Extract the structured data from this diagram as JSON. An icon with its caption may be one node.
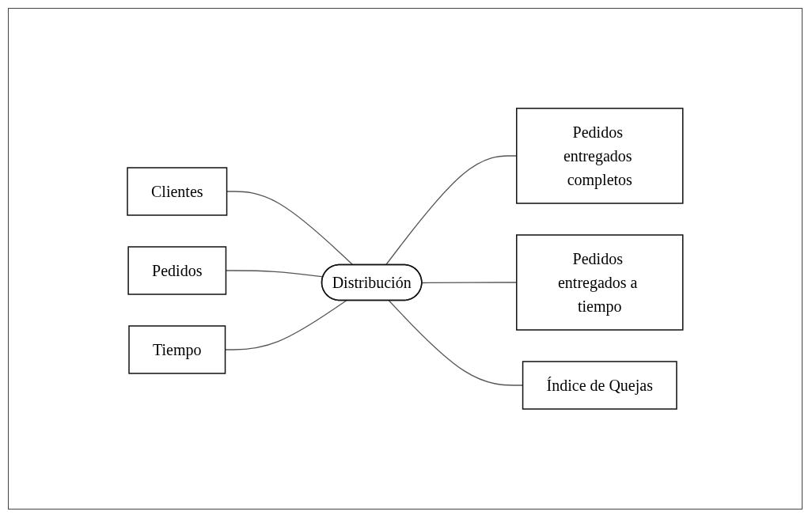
{
  "diagram": {
    "nodes": [
      {
        "text": [
          "Clientes"
        ]
      },
      {
        "text": [
          "Pedidos"
        ]
      },
      {
        "text": [
          "Tiempo"
        ]
      },
      {
        "text": [
          "Distribución"
        ]
      },
      {
        "text": [
          "Pedidos entregados completos"
        ]
      },
      {
        "text": [
          "Pedidos entregados a tiempo"
        ]
      },
      {
        "text": [
          "Índice de Quejas"
        ]
      }
    ],
    "edges": [
      {
        "from": 0,
        "to": 3,
        "arrow": "none"
      },
      {
        "from": 1,
        "to": 3,
        "arrow": "none"
      },
      {
        "from": 2,
        "to": 3,
        "arrow": "none"
      },
      {
        "from": 3,
        "to": 4,
        "arrow": "none"
      },
      {
        "from": 3,
        "to": 5,
        "arrow": "none"
      },
      {
        "from": 3,
        "to": 6,
        "arrow": "none"
      }
    ]
  }
}
